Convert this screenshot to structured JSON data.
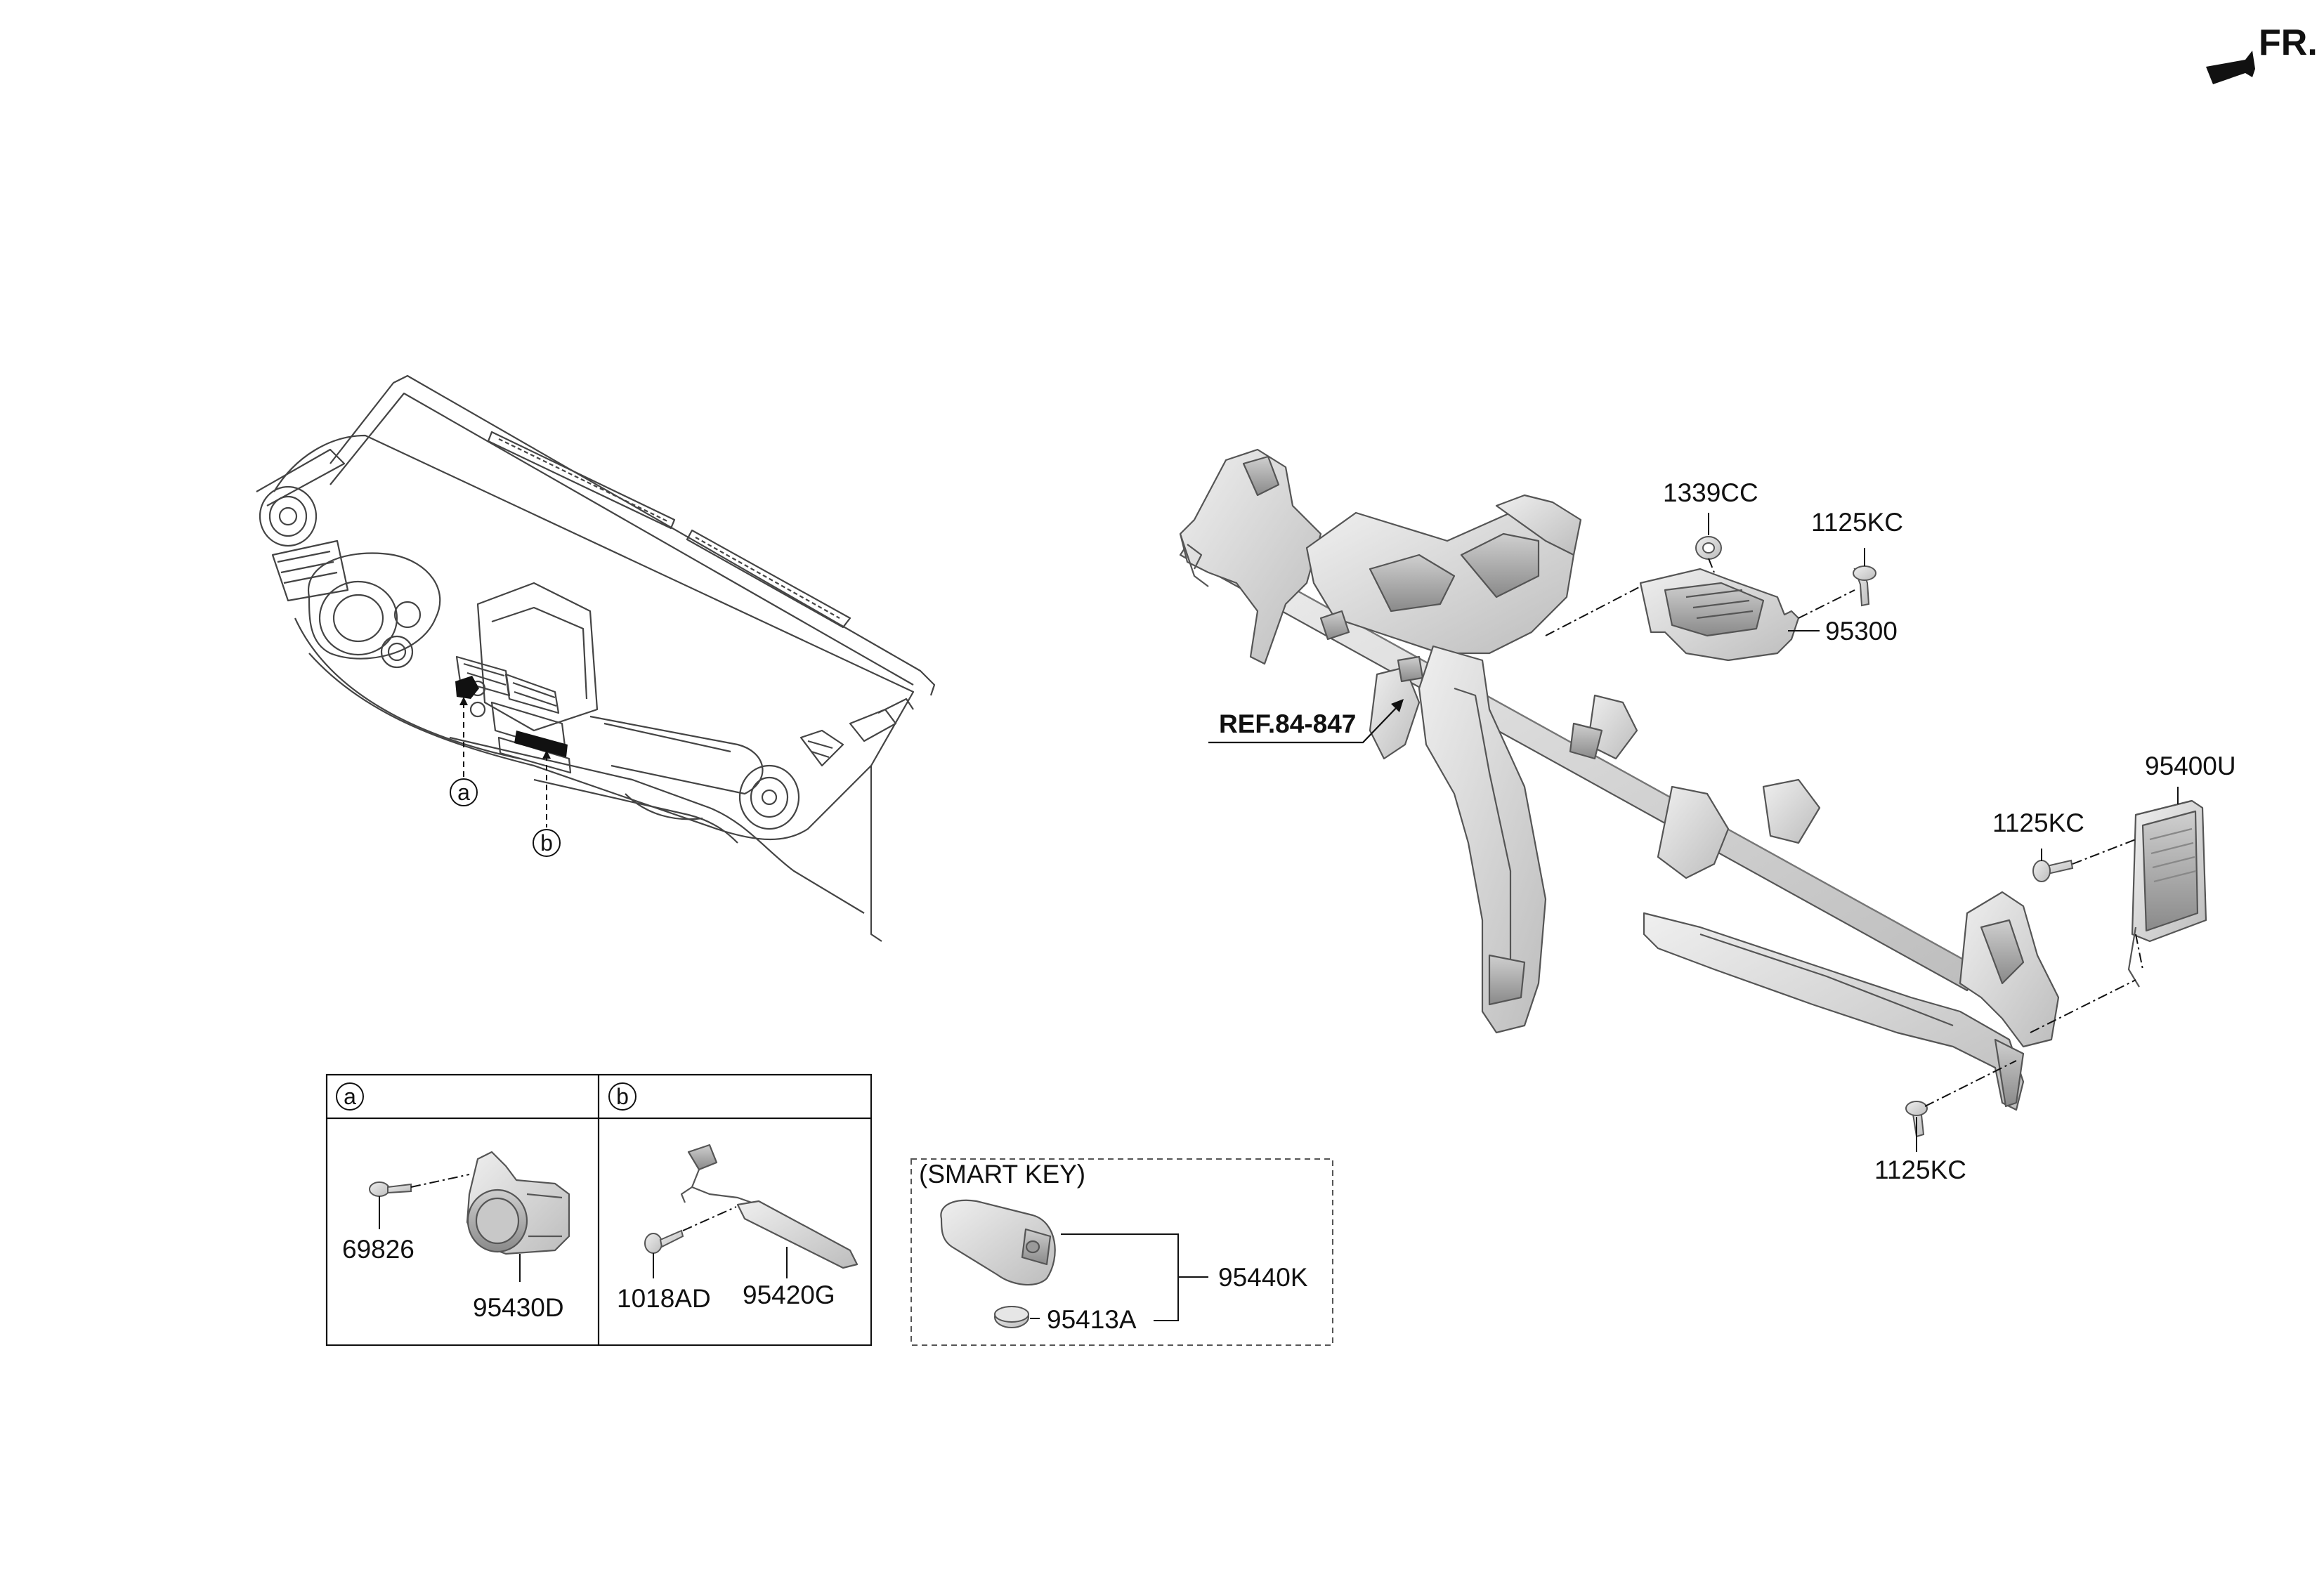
{
  "direction": {
    "label": "FR.",
    "icon": "front-direction-arrow-icon"
  },
  "reference": {
    "label": "REF.84-847"
  },
  "callouts": {
    "a": "a",
    "b": "b"
  },
  "detail_a": {
    "header": "a",
    "parts": [
      {
        "number": "69826"
      },
      {
        "number": "95430D"
      }
    ]
  },
  "detail_b": {
    "header": "b",
    "parts": [
      {
        "number": "1018AD"
      },
      {
        "number": "95420G"
      }
    ]
  },
  "smart_key": {
    "title": "(SMART KEY)",
    "parts": [
      {
        "number": "95440K"
      },
      {
        "number": "95413A"
      }
    ]
  },
  "main_parts": {
    "p1339cc": "1339CC",
    "p1125kc_top": "1125KC",
    "p95300": "95300",
    "p95400u": "95400U",
    "p1125kc_mid": "1125KC",
    "p1125kc_bottom": "1125KC"
  },
  "colors": {
    "line": "#111111",
    "part_fill": "#d9d9d9",
    "part_stroke": "#777777",
    "background": "#ffffff"
  }
}
